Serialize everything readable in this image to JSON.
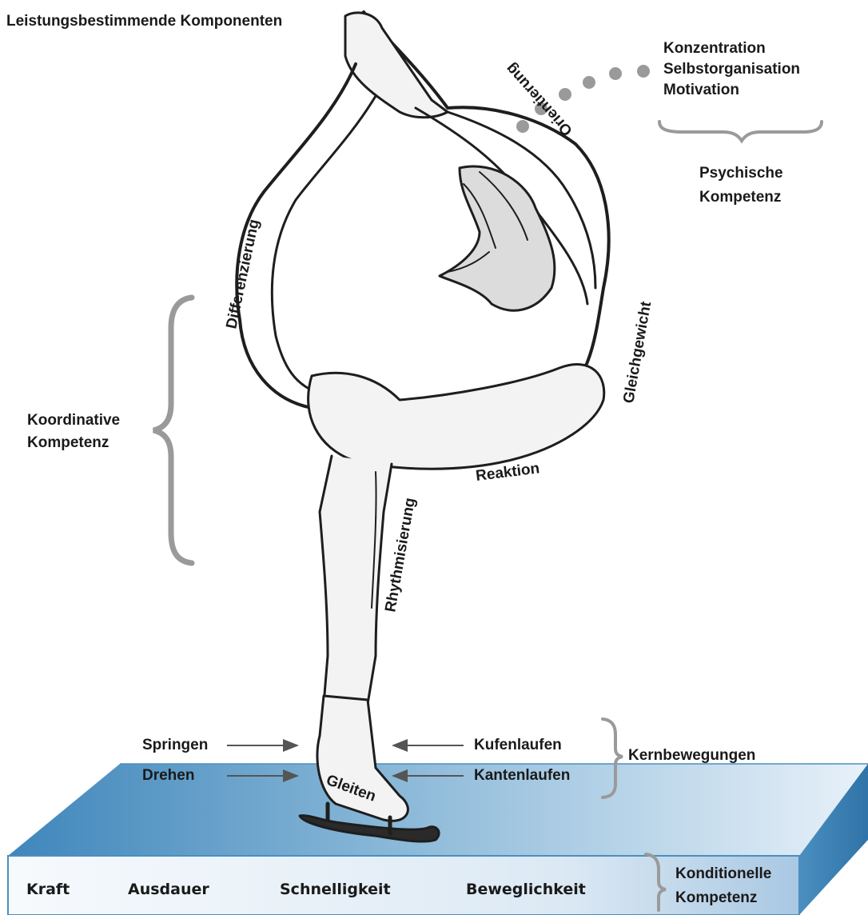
{
  "title": "Leistungsbestimmende Komponenten",
  "psychic": {
    "items": [
      "Konzentration",
      "Selbstorganisation",
      "Motivation"
    ],
    "group_label_line1": "Psychische",
    "group_label_line2": "Kompetenz"
  },
  "coordinative": {
    "group_label_line1": "Koordinative",
    "group_label_line2": "Kompetenz",
    "abilities": {
      "orientierung": "Orientierung",
      "differenzierung": "Differenzierung",
      "gleichgewicht": "Gleichgewicht",
      "reaktion": "Reaktion",
      "rhythmisierung": "Rhythmisierung"
    }
  },
  "core_movements": {
    "group_label": "Kernbewegungen",
    "left": [
      "Springen",
      "Drehen"
    ],
    "right": [
      "Kufenlaufen",
      "Kantenlaufen"
    ],
    "center": "Gleiten"
  },
  "conditional": {
    "items": [
      "Kraft",
      "Ausdauer",
      "Schnelligkeit",
      "Beweglichkeit"
    ],
    "group_label_line1": "Konditionelle",
    "group_label_line2": "Kompetenz"
  },
  "colors": {
    "ice_dark": "#4a8fc0",
    "ice_light": "#eef4fa",
    "dots": "#9a9a9a",
    "brace": "#9a9a9a",
    "arrow": "#555555"
  }
}
